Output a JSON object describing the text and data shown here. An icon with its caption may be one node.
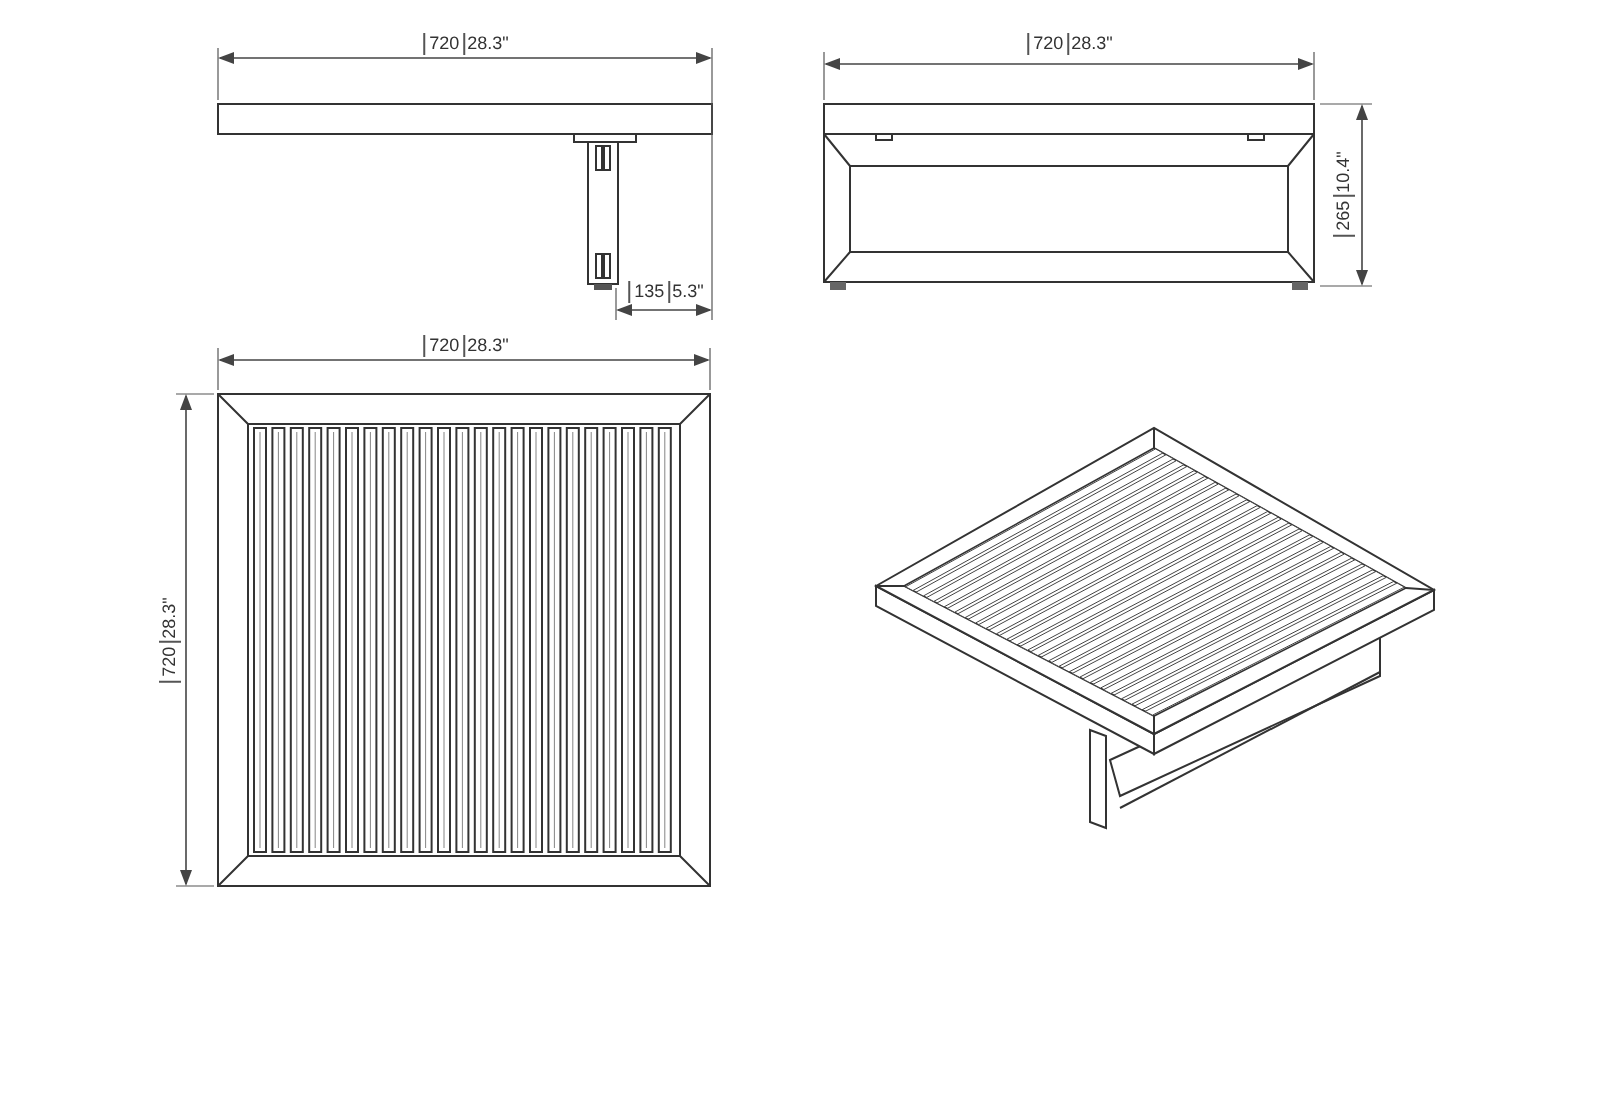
{
  "diagram": {
    "labels": [
      "720",
      "28.3\"",
      "720",
      "28.3\"",
      "265",
      "10.4\"",
      "135",
      "5.3\"",
      "720",
      "28.3\"",
      "720",
      "28.3\""
    ]
  }
}
